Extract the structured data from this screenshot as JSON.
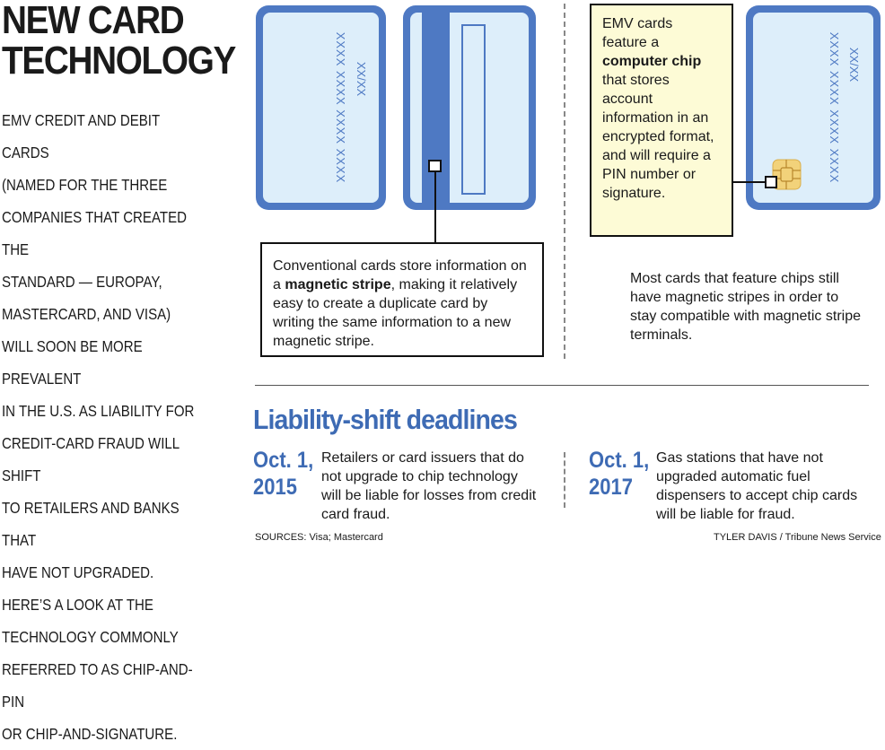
{
  "title": "NEW CARD\nTECHNOLOGY",
  "intro": "EMV CREDIT AND DEBIT CARDS\n(NAMED FOR THE THREE\nCOMPANIES THAT CREATED THE\nSTANDARD — EUROPAY,\nMASTERCARD, AND VISA)\nWILL SOON BE MORE PREVALENT\nIN THE U.S. AS LIABILITY FOR\nCREDIT-CARD FRAUD WILL SHIFT\nTO RETAILERS AND BANKS THAT\nHAVE NOT UPGRADED.\nHERE’S A LOOK AT THE\nTECHNOLOGY COMMONLY\nREFERRED TO AS  CHIP-AND-PIN\nOR CHIP-AND-SIGNATURE.",
  "cards": {
    "number": "XXXX XXXX XXXX XXXX",
    "expiry": "XX/XX"
  },
  "stripe_callout": {
    "before": "Conventional cards store information on a ",
    "bold": "magnetic stripe",
    "after": ", making it relatively easy to create a duplicate card by writing the same information to a new magnetic stripe."
  },
  "chip_callout": {
    "before": "EMV cards feature a ",
    "bold": "computer chip",
    "after": " that stores account information in an encrypted format, and will require a PIN number or signature."
  },
  "chip_note": "Most cards that feature chips still have magnetic stripes in order to stay compatible with magnetic stripe terminals.",
  "deadlines": {
    "heading": "Liability-shift deadlines",
    "items": [
      {
        "date": "Oct. 1,\n2015",
        "text": "Retailers or card issuers that do not upgrade to chip technology will be liable for losses from credit card fraud."
      },
      {
        "date": "Oct. 1,\n2017",
        "text": "Gas stations that have not upgraded automatic fuel dispensers to accept chip cards will be liable for fraud."
      }
    ]
  },
  "sources": "SOURCES: Visa; Mastercard",
  "credit": "TYLER DAVIS /  Tribune News Service",
  "colors": {
    "card_fill": "#ddeefa",
    "card_border": "#4e79c3",
    "stripe": "#4e79c3",
    "chip": "#f2d27a",
    "accent_text": "#3e6bb4",
    "callout_fill": "#fdfbd6"
  }
}
